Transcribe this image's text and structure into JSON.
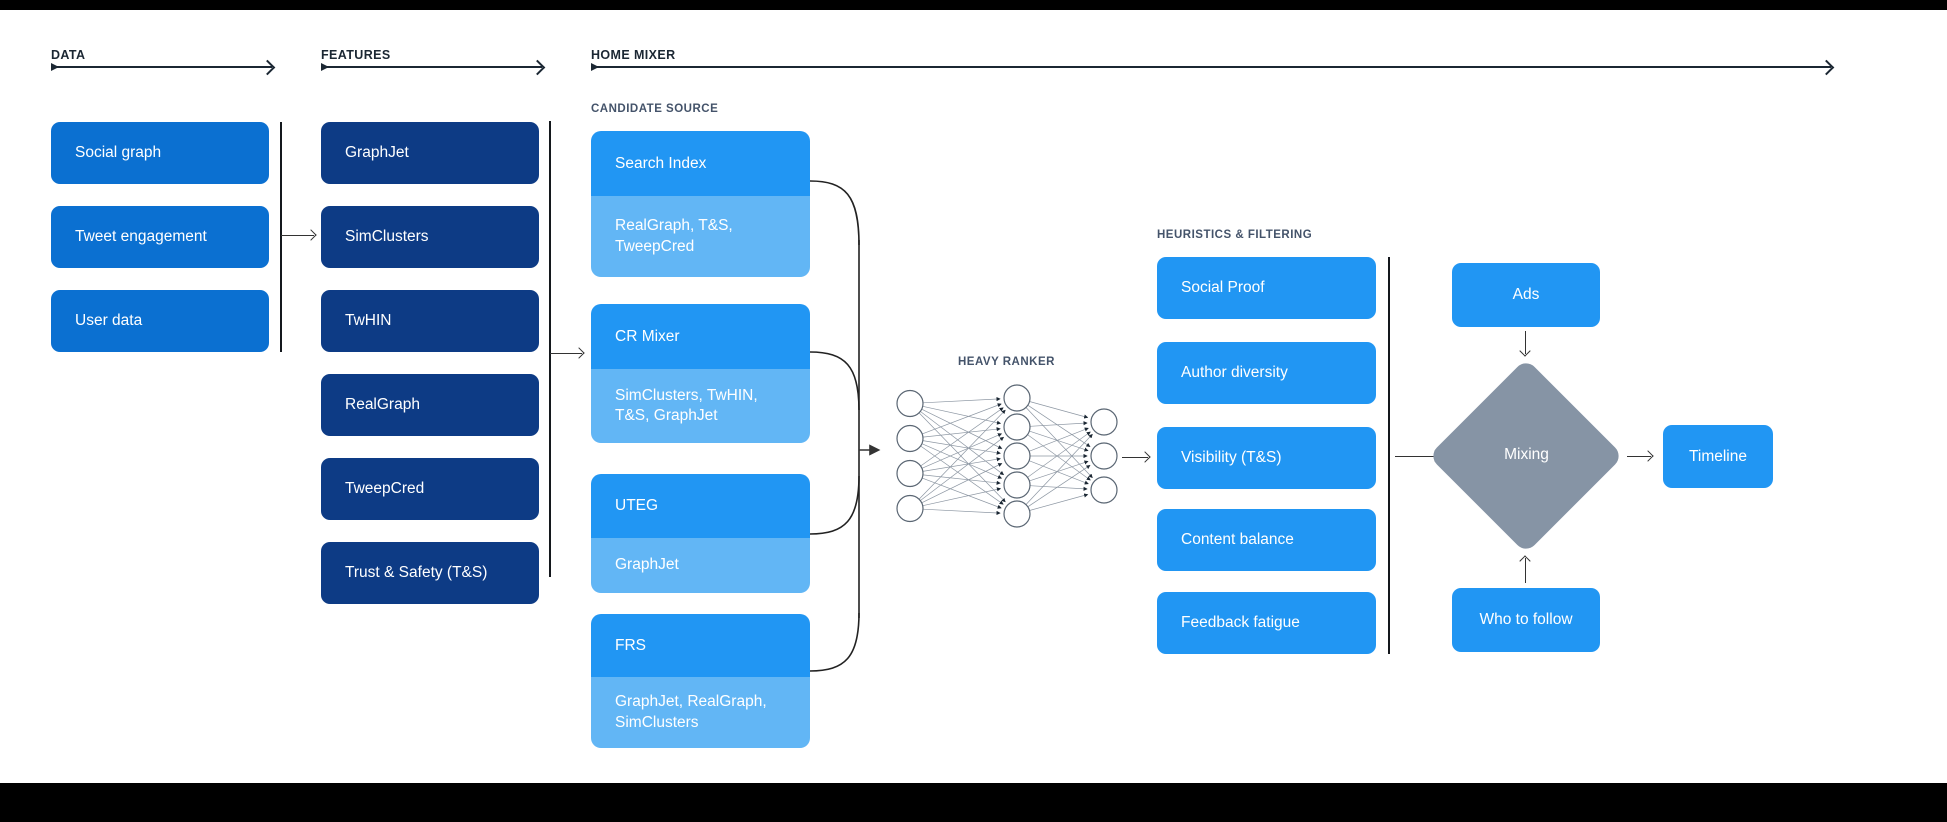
{
  "sections": {
    "data": {
      "label": "DATA",
      "items": [
        "Social graph",
        "Tweet engagement",
        "User data"
      ]
    },
    "features": {
      "label": "FEATURES",
      "items": [
        "GraphJet",
        "SimClusters",
        "TwHIN",
        "RealGraph",
        "TweepCred",
        "Trust & Safety (T&S)"
      ]
    },
    "home_mixer": {
      "label": "HOME MIXER",
      "candidate_source": {
        "label": "CANDIDATE SOURCE",
        "groups": [
          {
            "title": "Search Index",
            "sub": "RealGraph, T&S, TweepCred"
          },
          {
            "title": "CR Mixer",
            "sub": "SimClusters, TwHIN, T&S, GraphJet"
          },
          {
            "title": "UTEG",
            "sub": "GraphJet"
          },
          {
            "title": "FRS",
            "sub": "GraphJet, RealGraph, SimClusters"
          }
        ]
      },
      "heavy_ranker": {
        "label": "HEAVY RANKER",
        "network_layers": [
          4,
          5,
          3
        ]
      },
      "heuristics": {
        "label": "HEURISTICS & FILTERING",
        "items": [
          "Social Proof",
          "Author diversity",
          "Visibility (T&S)",
          "Content balance",
          "Feedback fatigue"
        ]
      },
      "pipeline": {
        "ads": "Ads",
        "mixing": "Mixing",
        "who_to_follow": "Who to follow",
        "timeline": "Timeline"
      }
    }
  },
  "colors": {
    "data_box": "#0b70d1",
    "feature_box": "#0d3b85",
    "primary_box": "#2196f3",
    "sub_box": "#62b6f5",
    "diamond": "#8694a5",
    "axis": "#1b2733",
    "arrow": "#333333"
  }
}
